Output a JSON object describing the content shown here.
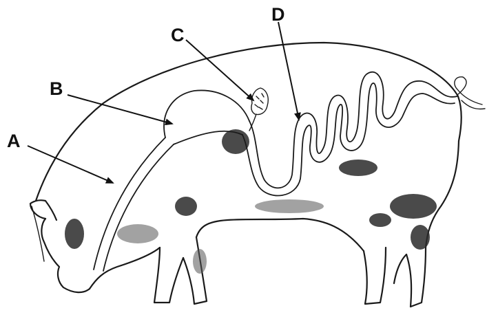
{
  "diagram": {
    "labels": {
      "a": "A",
      "b": "B",
      "c": "C",
      "d": "D"
    },
    "ink_color": "#1a1a1a",
    "background_color": "#ffffff"
  }
}
